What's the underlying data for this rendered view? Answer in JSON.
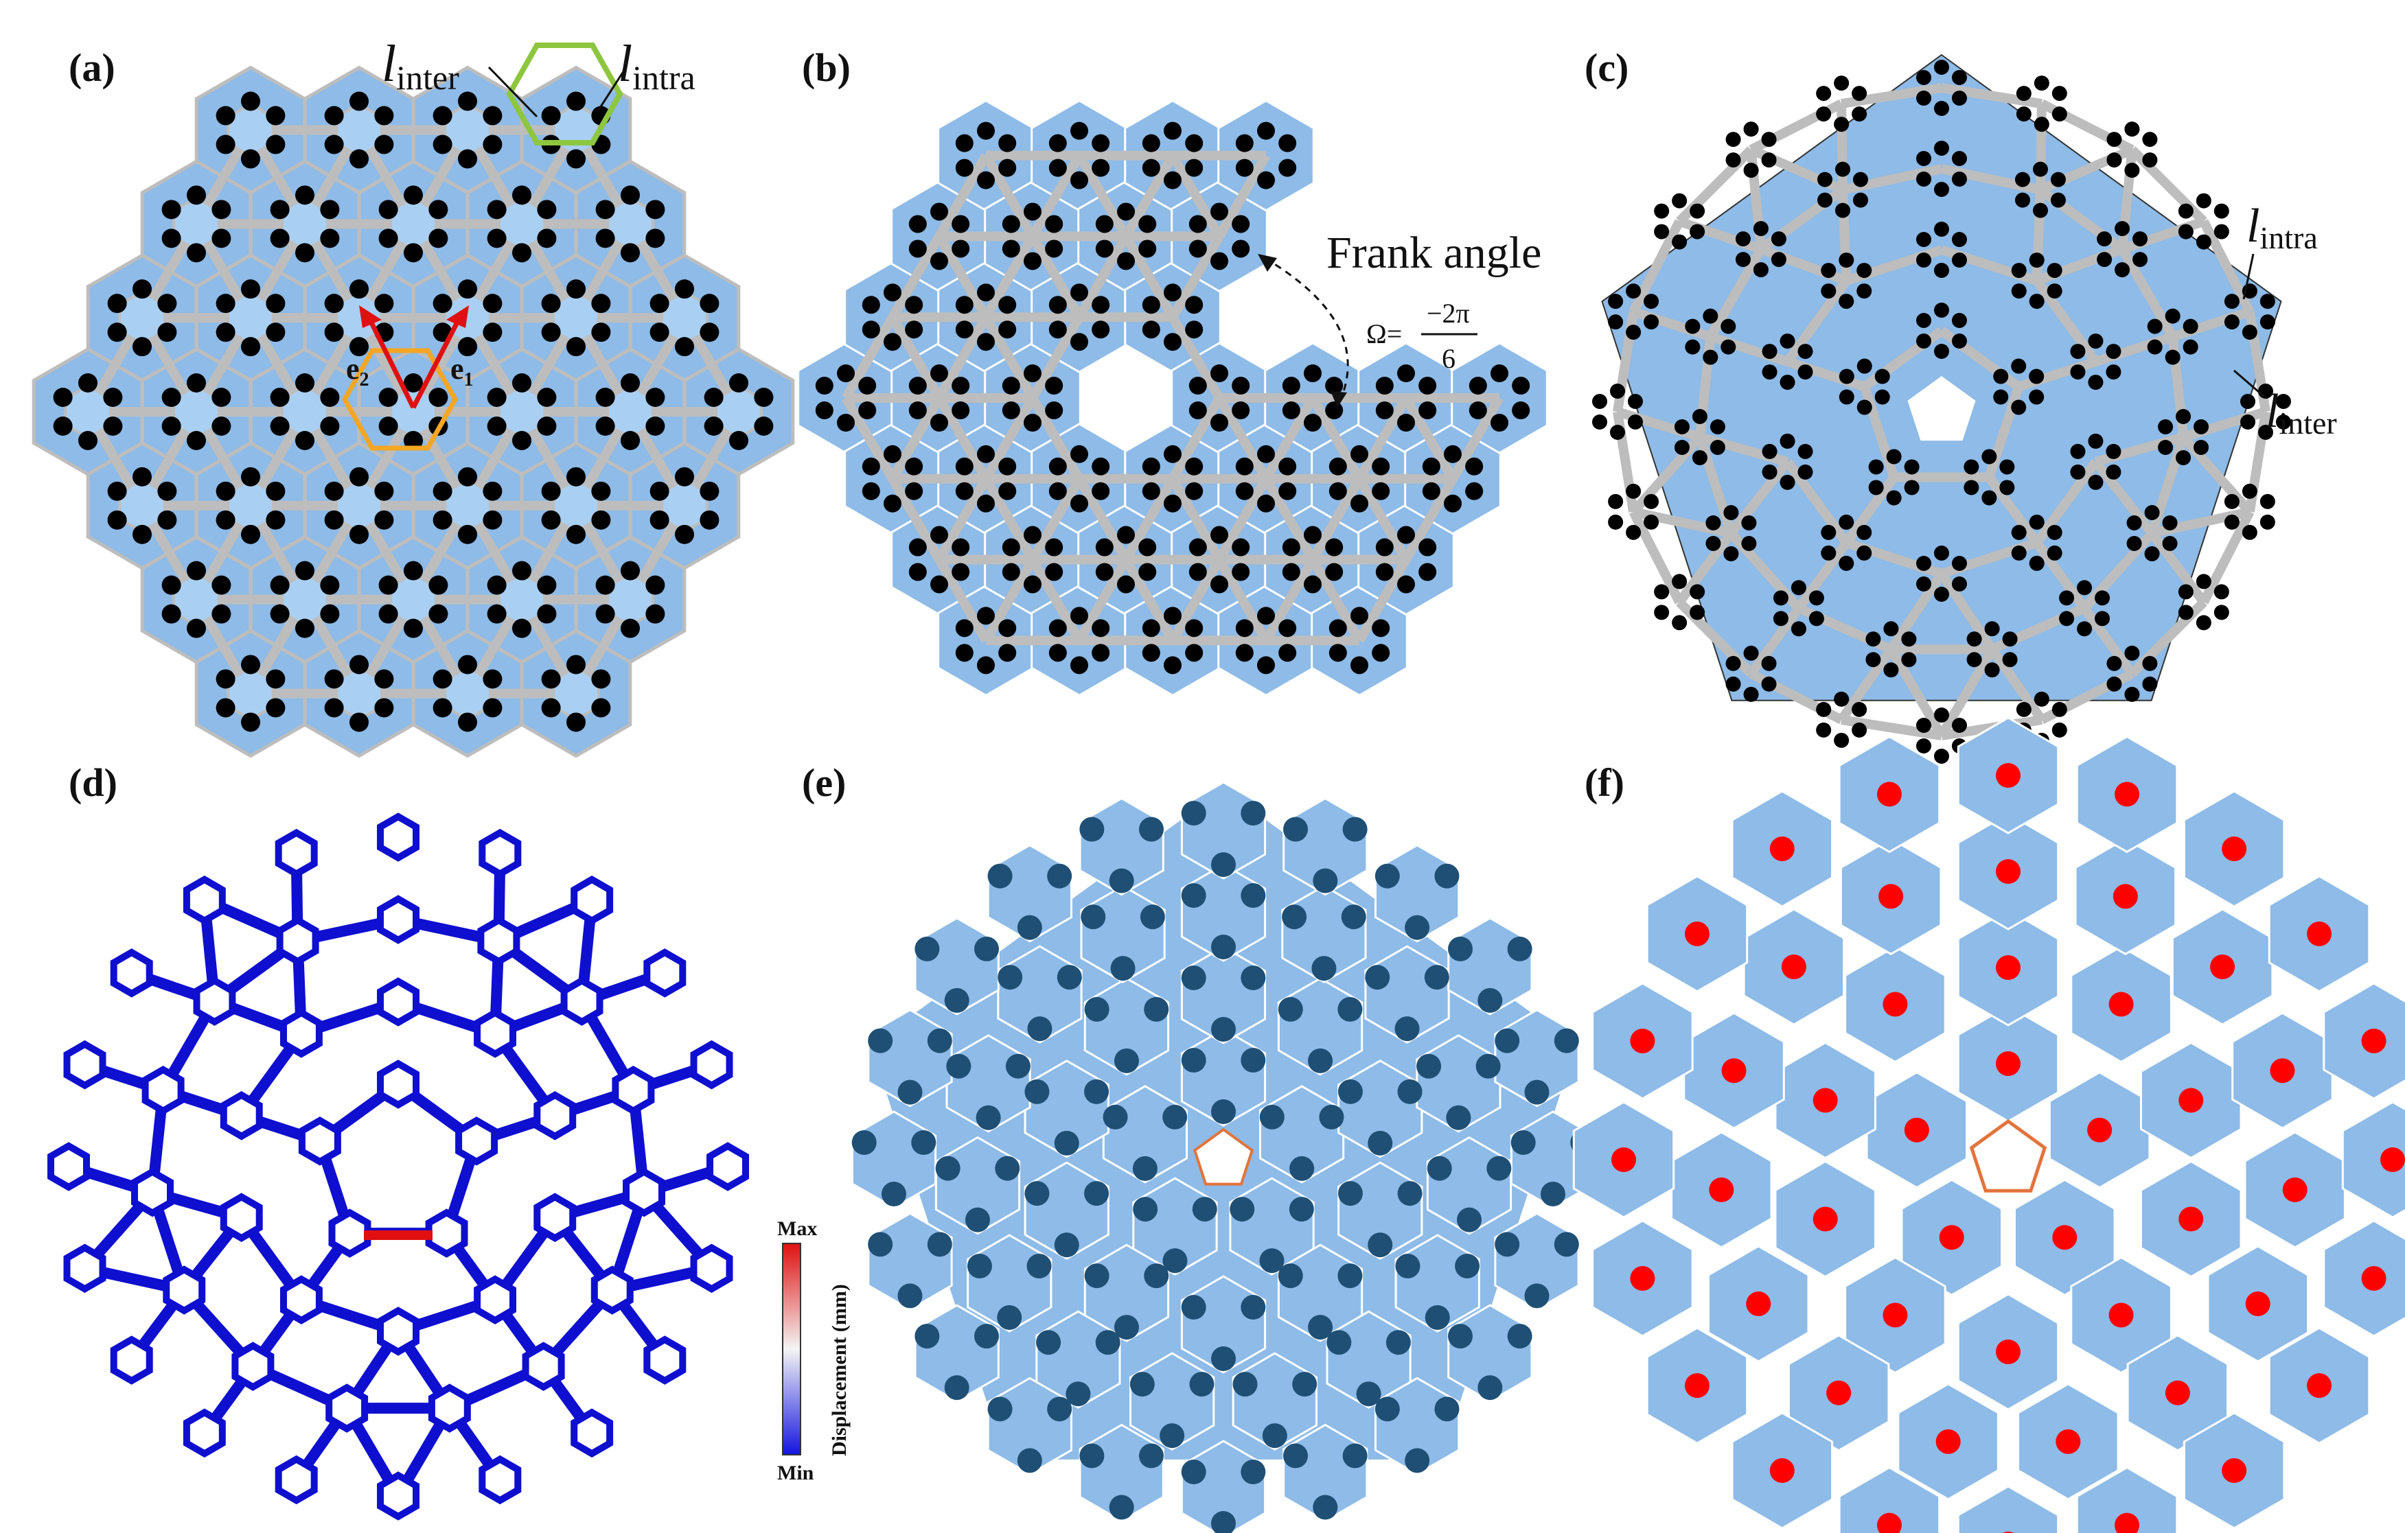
{
  "panels": {
    "a": {
      "label": "(a)",
      "l_inter": "l",
      "l_inter_sub": "inter",
      "l_intra": "l",
      "l_intra_sub": "intra",
      "e1": "e",
      "e1_sub": "1",
      "e2": "e",
      "e2_sub": "2"
    },
    "b": {
      "label": "(b)",
      "frank_angle": "Frank angle",
      "omega_lhs": "Ω=",
      "omega_num": "−2π",
      "omega_den": "6"
    },
    "c": {
      "label": "(c)",
      "l_intra": "l",
      "l_intra_sub": "intra",
      "l_inter": "l",
      "l_inter_sub": "inter"
    },
    "d": {
      "label": "(d)",
      "cb_max": "Max",
      "cb_min": "Min",
      "cb_title": "Displacement (mm)"
    },
    "e": {
      "label": "(e)"
    },
    "f": {
      "label": "(f)"
    }
  },
  "colors": {
    "cell_blue": "#8ebbe7",
    "pale_cell": "#a9cff2",
    "grey_bond": "#bdbdbd",
    "node_black": "#000000",
    "network_blue": "#0f0fd0",
    "node_dark_teal": "#1f4f74",
    "red_dot": "#ff0000",
    "defect_orange": "#e2743c",
    "hex_green": "#8dc63f",
    "hex_orange": "#f5a623",
    "vector_red": "#e01010"
  }
}
